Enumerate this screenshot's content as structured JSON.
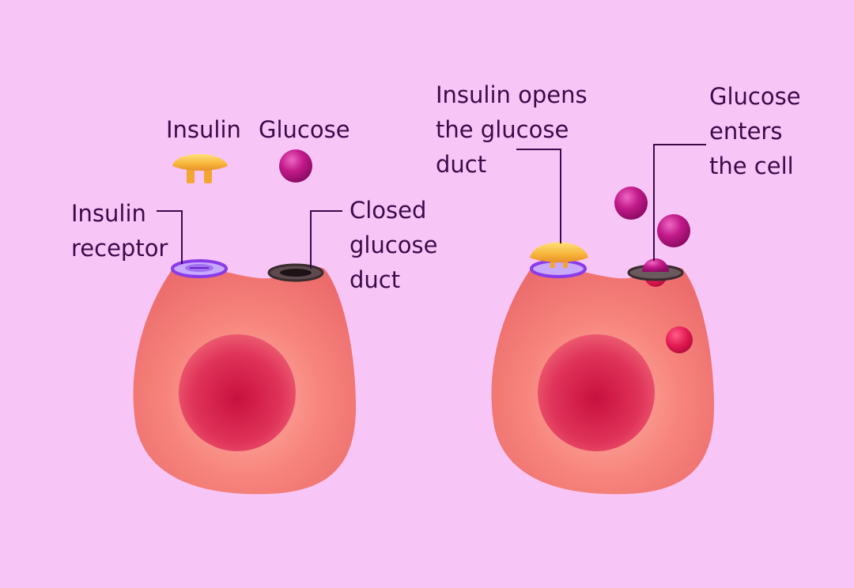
{
  "labels": {
    "insulin": "Insulin",
    "glucose": "Glucose",
    "insulin_receptor": [
      "Insulin",
      "receptor"
    ],
    "closed_duct": [
      "Closed",
      "glucose",
      "duct"
    ],
    "insulin_opens": [
      "Insulin opens",
      "the glucose",
      "duct"
    ],
    "glucose_enters": [
      "Glucose",
      "enters",
      "the cell"
    ]
  },
  "colors": {
    "background": "#f7c6f7",
    "cell": "#f27c78",
    "nucleus": "#d92a52",
    "glucose": "#b8147c",
    "insulin": "#f2b43c",
    "receptor": "#8a3be8",
    "duct": "#3a2a2e",
    "leader_line": "#3d0a4a"
  }
}
